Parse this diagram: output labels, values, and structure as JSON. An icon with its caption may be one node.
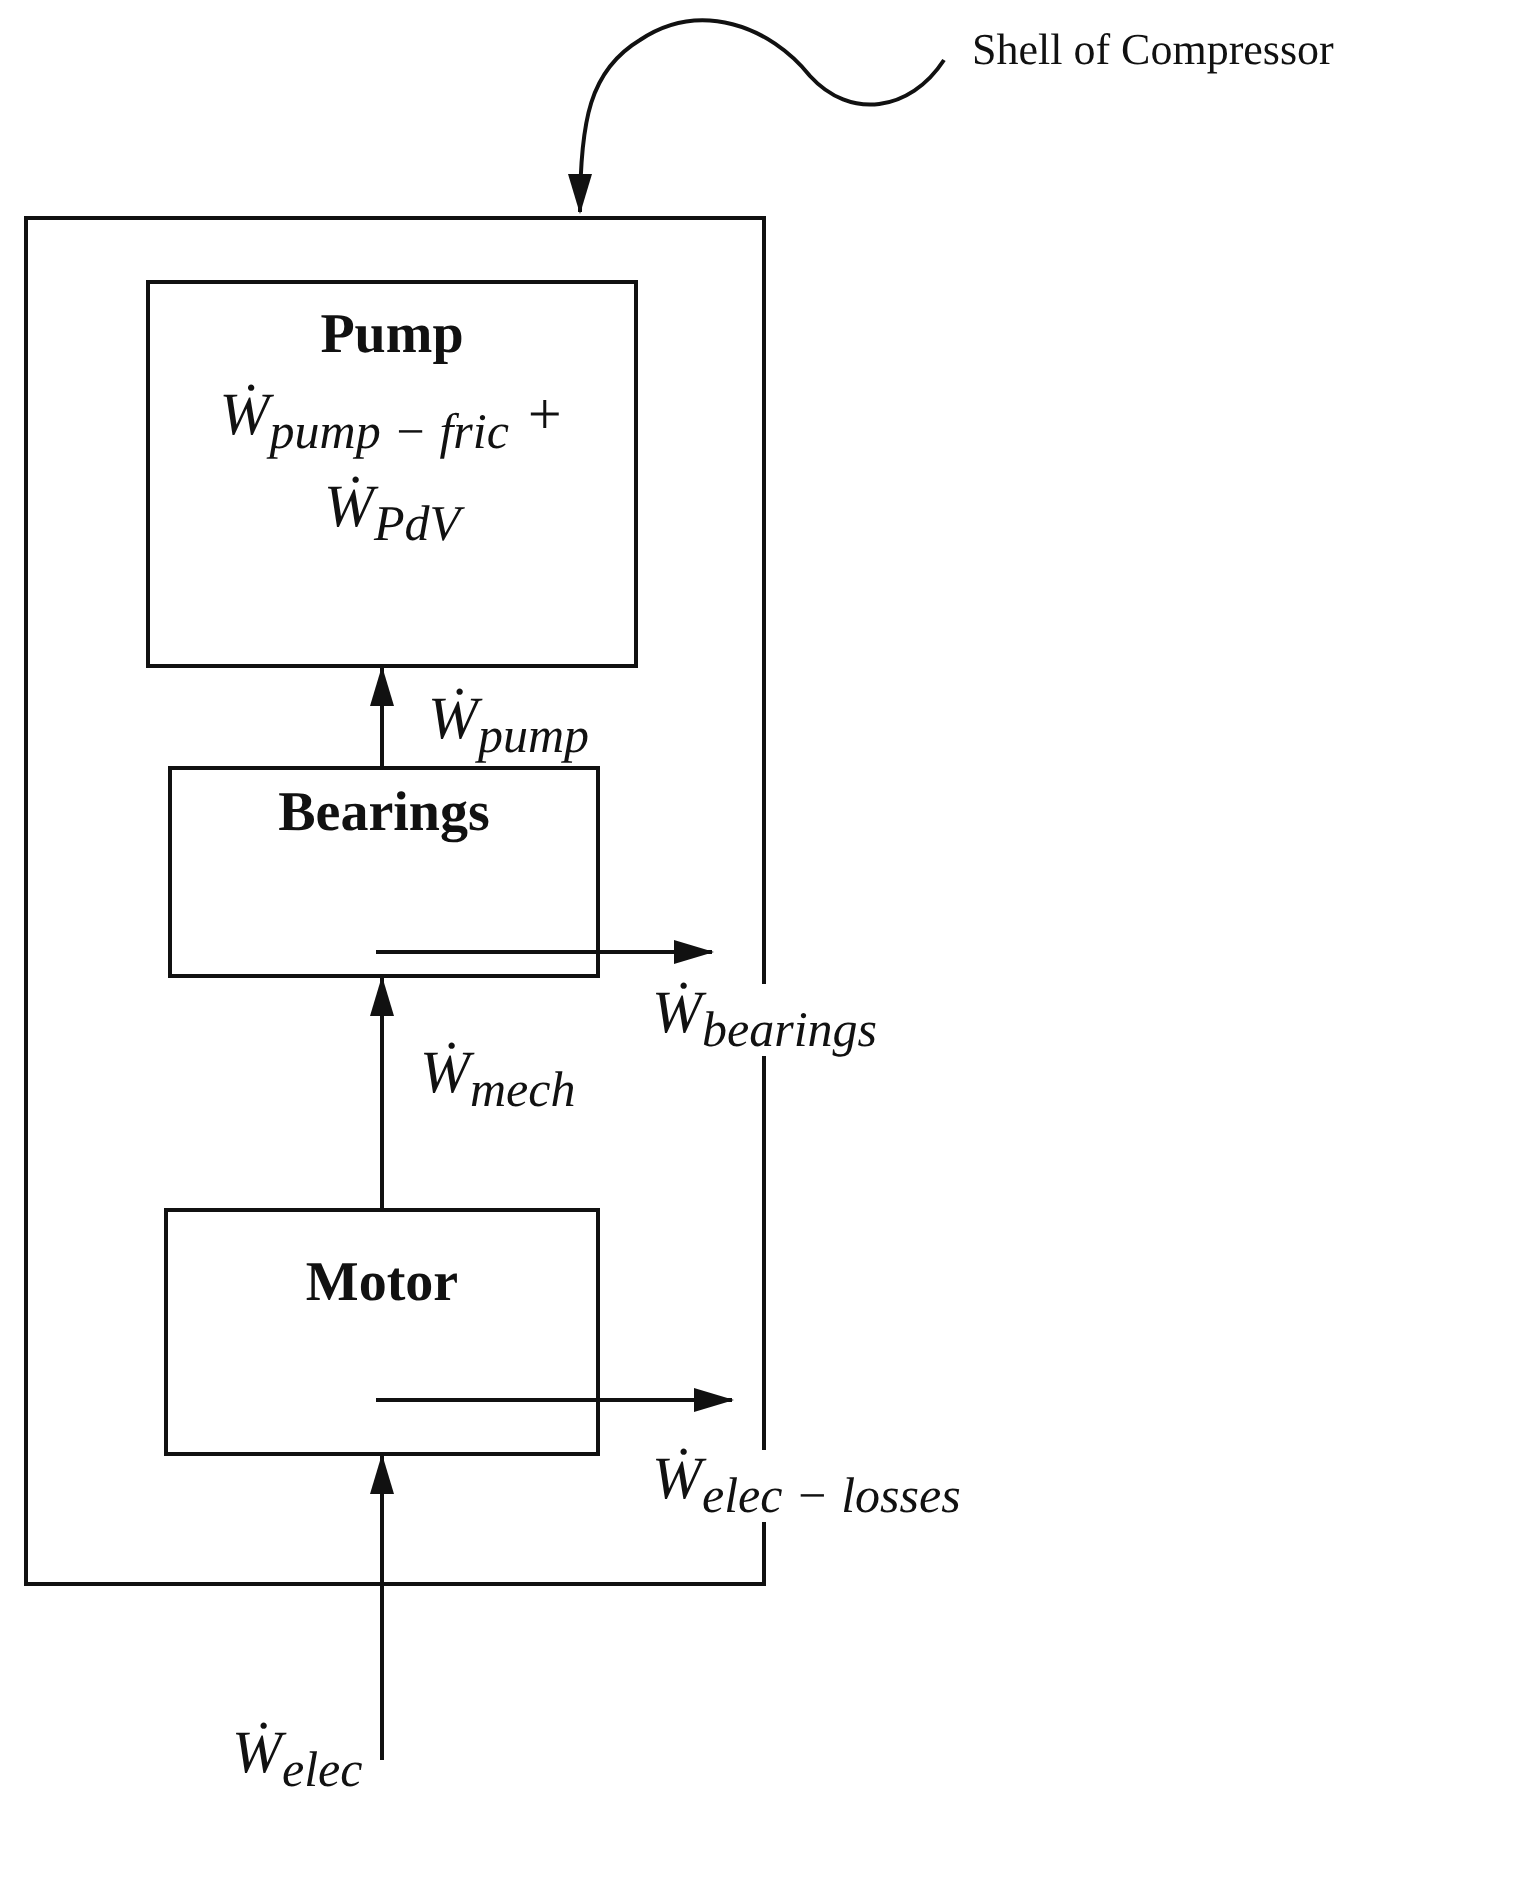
{
  "diagram": {
    "nodes": [
      {
        "text": [
          "Shell of Compressor"
        ]
      },
      {
        "text": [],
        "shape": "box"
      },
      {
        "text": [
          "Pump",
          "Ẇ$_{pump − fric}$ + Ẇ$_{PdV}$"
        ],
        "in": 1
      },
      {
        "text": [
          "Bearings"
        ],
        "in": 1
      },
      {
        "text": [
          "Motor"
        ],
        "in": 1
      }
    ],
    "edges": [
      {
        "from": 0,
        "to": 1,
        "arrow": "to"
      },
      {
        "from": 3,
        "to": 2,
        "arrow": "to",
        "label": "Ẇ$_{pump}$"
      },
      {
        "from": 3,
        "to": null,
        "arrow": "to",
        "label": "Ẇ$_{bearings}$"
      },
      {
        "from": 4,
        "to": 3,
        "arrow": "to",
        "label": "Ẇ$_{mech}$"
      },
      {
        "from": 4,
        "to": null,
        "arrow": "to",
        "label": "Ẇ$_{elec − losses}$"
      },
      {
        "from": null,
        "to": 4,
        "arrow": "to",
        "label": "Ẇ$_{elec}$"
      }
    ]
  }
}
